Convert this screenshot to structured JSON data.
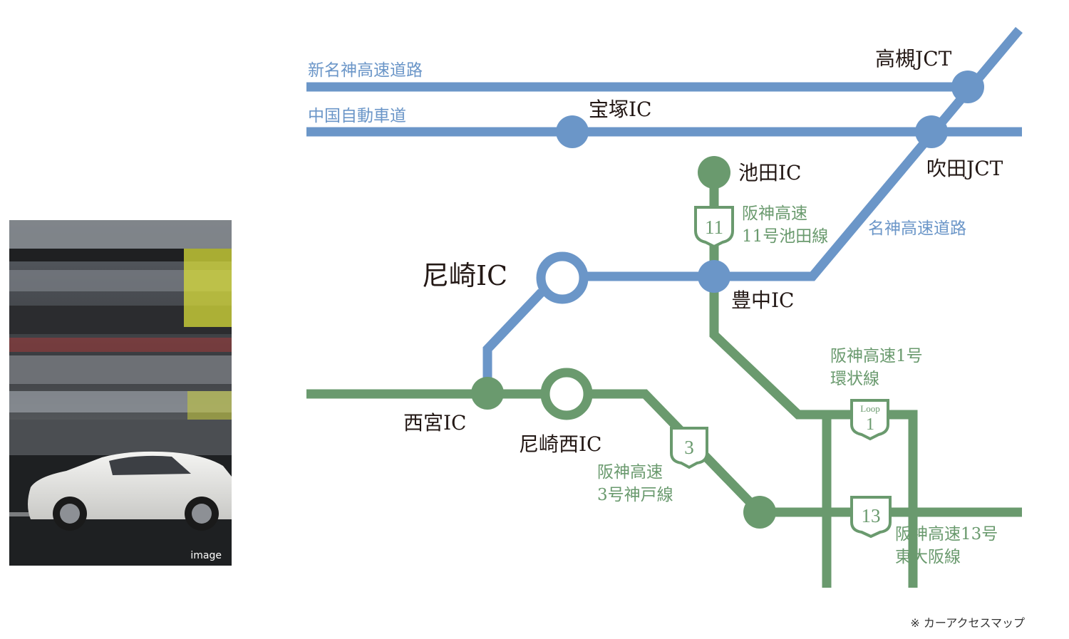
{
  "photo": {
    "caption": "image"
  },
  "roads": {
    "shin_meishin": "新名神高速道路",
    "chugoku": "中国自動車道",
    "meishin": "名神高速道路",
    "hanshin_11": [
      "阪神高速",
      "11号池田線"
    ],
    "hanshin_3": [
      "阪神高速",
      "3号神戸線"
    ],
    "hanshin_1": [
      "阪神高速1号",
      "環状線"
    ],
    "hanshin_13": [
      "阪神高速13号",
      "東大阪線"
    ]
  },
  "interchanges": {
    "takatsuki": "高槻JCT",
    "takarazuka": "宝塚IC",
    "suita": "吹田JCT",
    "ikeda": "池田IC",
    "amagasaki": "尼崎IC",
    "toyonaka": "豊中IC",
    "nishinomiya": "西宮IC",
    "amagasaki_nishi": "尼崎西IC"
  },
  "shields": {
    "route11": "11",
    "route3": "3",
    "loop_small": "Loop",
    "loop_num": "1",
    "route13": "13"
  },
  "note": "※ カーアクセスマップ",
  "colors": {
    "blue": "#6b96c8",
    "green": "#6a9a6e",
    "text": "#231815"
  }
}
